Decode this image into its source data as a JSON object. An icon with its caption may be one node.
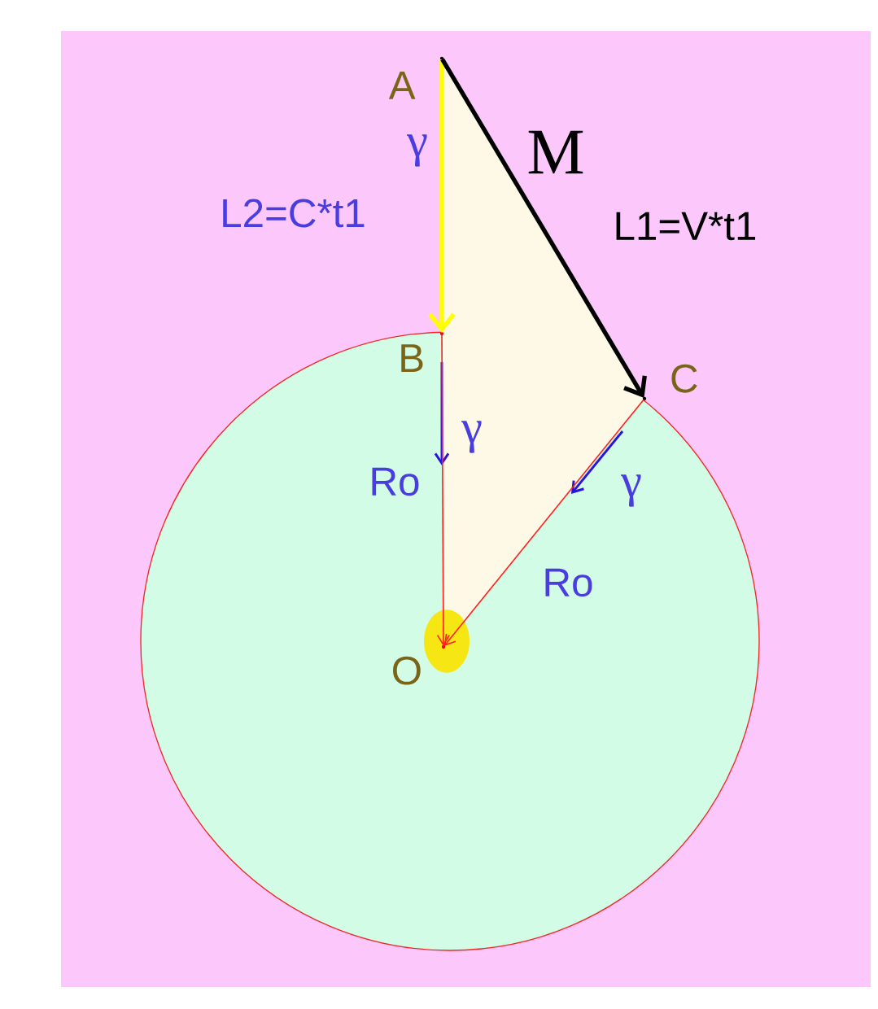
{
  "diagram": {
    "nodes": [
      {
        "text": [
          "A"
        ]
      },
      {
        "text": [
          "B"
        ]
      },
      {
        "text": [
          "C"
        ]
      },
      {
        "text": [
          "O"
        ]
      }
    ],
    "edges": [
      {
        "from": 0,
        "to": 1,
        "arrow": "to",
        "label": "L2=C*t1",
        "style": "thick",
        "color": "#ffff00"
      },
      {
        "from": 0,
        "to": 2,
        "arrow": "to",
        "label": "M",
        "style": "thick",
        "color": "#000000"
      },
      {
        "from": 1,
        "to": 3,
        "arrow": "to"
      },
      {
        "from": 2,
        "to": 3,
        "arrow": "to"
      }
    ],
    "labels": [
      "γ",
      "L1=V*t1",
      "γ",
      "Ro",
      "γ",
      "Ro"
    ]
  }
}
